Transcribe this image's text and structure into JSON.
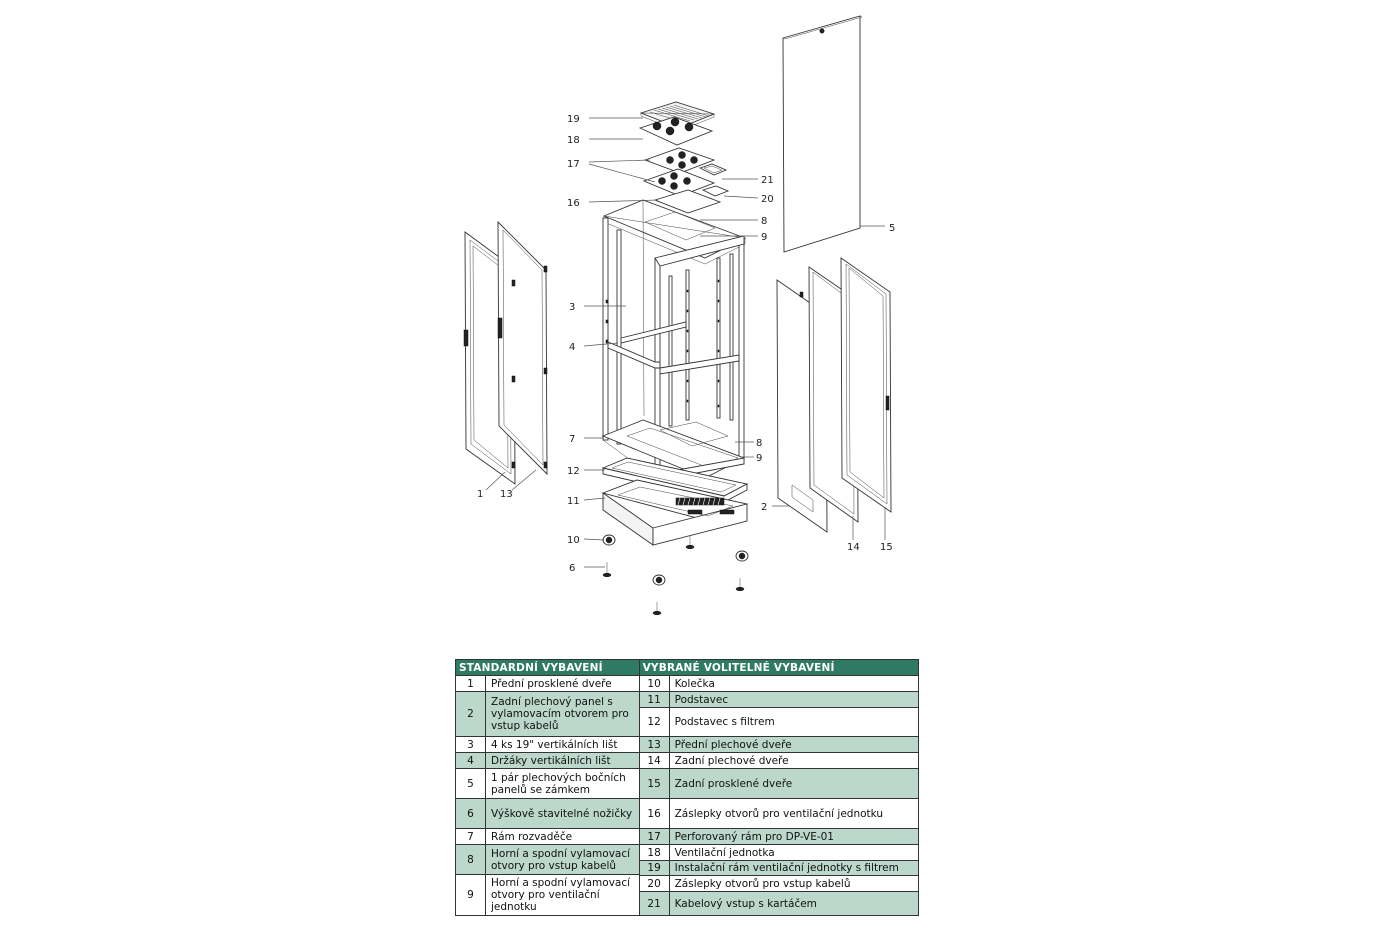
{
  "callouts": [
    "1",
    "2",
    "3",
    "4",
    "5",
    "6",
    "7",
    "8",
    "9",
    "10",
    "11",
    "12",
    "13",
    "14",
    "15",
    "16",
    "17",
    "18",
    "19",
    "20",
    "21"
  ],
  "diagram_extra_callouts": {
    "c8b": "8",
    "c9b": "9"
  },
  "legend": {
    "standard_header": "STANDARDNÍ VYBAVENÍ",
    "optional_header": "VYBRANÉ VOLITELNÉ VYBAVENÍ",
    "standard": [
      {
        "num": "1",
        "text": "Přední prosklené dveře"
      },
      {
        "num": "2",
        "text": "Zadní plechový panel s vylamovacím otvorem pro vstup kabelů"
      },
      {
        "num": "3",
        "text": "4 ks 19\" vertikálních lišt"
      },
      {
        "num": "4",
        "text": "Držáky vertikálních lišt"
      },
      {
        "num": "5",
        "text": "1 pár plechových bočních panelů se zámkem"
      },
      {
        "num": "6",
        "text": "Výškově stavitelné nožičky"
      },
      {
        "num": "7",
        "text": "Rám rozvaděče"
      },
      {
        "num": "8",
        "text": "Horní a spodní vylamovací otvory pro vstup kabelů"
      },
      {
        "num": "9",
        "text": "Horní a spodní vylamovací otvory pro ventilační jednotku"
      }
    ],
    "optional": [
      {
        "num": "10",
        "text": "Kolečka"
      },
      {
        "num": "11",
        "text": "Podstavec"
      },
      {
        "num": "12",
        "text": "Podstavec s filtrem"
      },
      {
        "num": "13",
        "text": "Přední plechové dveře"
      },
      {
        "num": "14",
        "text": "Zadní plechové dveře"
      },
      {
        "num": "15",
        "text": "Zadní prosklené dveře"
      },
      {
        "num": "16",
        "text": "Záslepky otvorů pro ventilační jednotku"
      },
      {
        "num": "17",
        "text": "Perforovaný rám pro DP-VE-01"
      },
      {
        "num": "18",
        "text": "Ventilační jednotka"
      },
      {
        "num": "19",
        "text": "Instalační rám ventilační jednotky s filtrem"
      },
      {
        "num": "20",
        "text": "Záslepky otvorů pro vstup kabelů"
      },
      {
        "num": "21",
        "text": "Kabelový vstup s kartáčem"
      }
    ]
  }
}
